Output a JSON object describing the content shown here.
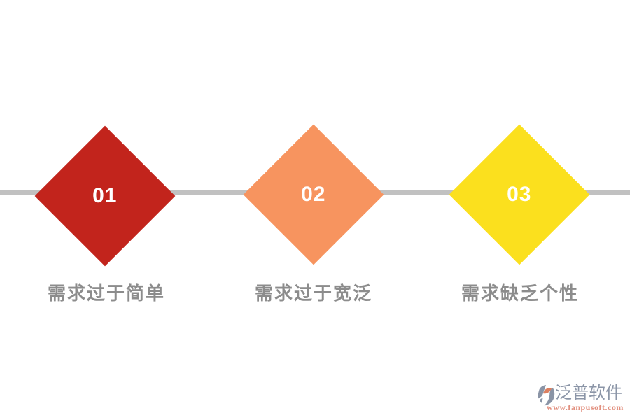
{
  "figure": {
    "steps": [
      {
        "number": "01",
        "label": "需求过于简单",
        "color": "#c2241c"
      },
      {
        "number": "02",
        "label": "需求过于宽泛",
        "color": "#f7945f"
      },
      {
        "number": "03",
        "label": "需求缺乏个性",
        "color": "#fbe01e"
      }
    ],
    "timeline_color": "#c1c1c1",
    "label_color": "#8c8c8c",
    "number_color": "#ffffff"
  },
  "watermark": {
    "brand": "泛普软件",
    "url": "www.fanpusoft.com",
    "brand_color": "#8b95a7",
    "url_color": "#e2907f",
    "icon_gray": "#8a94a6",
    "icon_orange": "#dd7f5f"
  }
}
